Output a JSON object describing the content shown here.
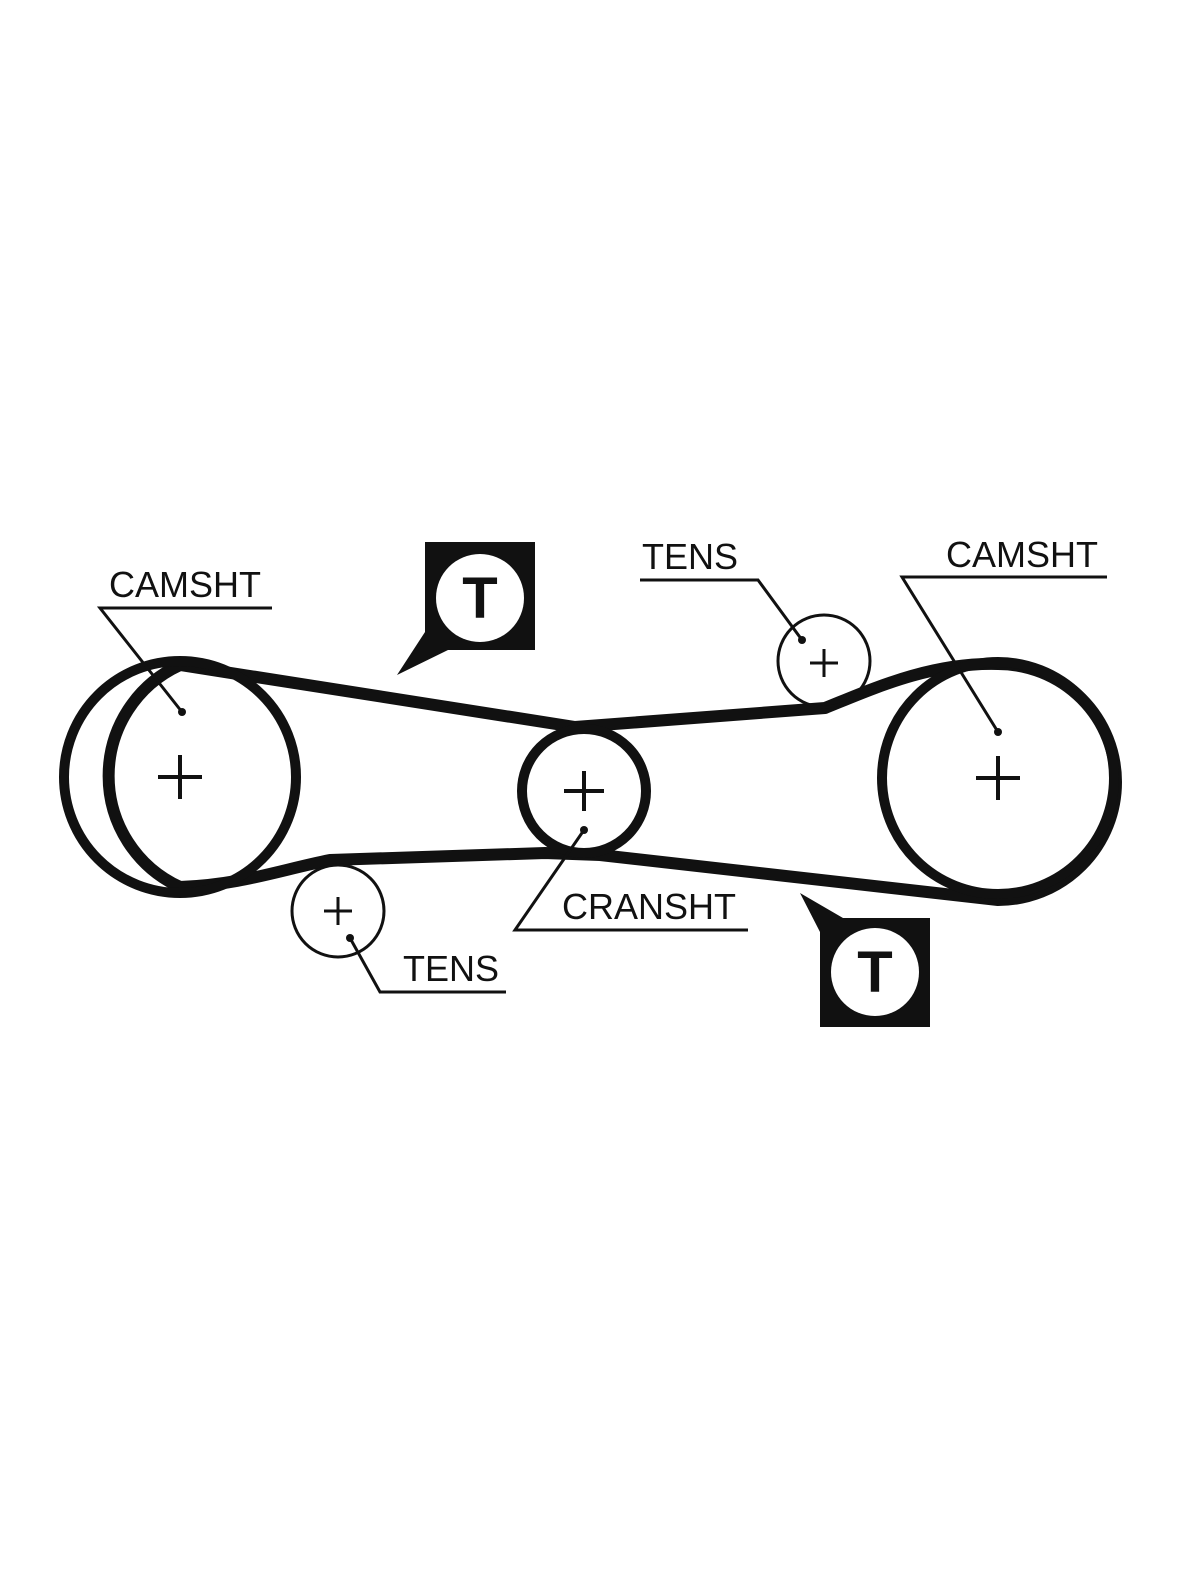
{
  "diagram": {
    "labels": {
      "camshaft_left": "CAMSHT",
      "camshaft_right": "CAMSHT",
      "tensioner_top": "TENS",
      "tensioner_bottom": "TENS",
      "crankshaft": "CRANSHT"
    },
    "tension_marks": {
      "top": "T",
      "bottom": "T"
    },
    "colors": {
      "ink": "#111111",
      "background": "#ffffff"
    }
  }
}
